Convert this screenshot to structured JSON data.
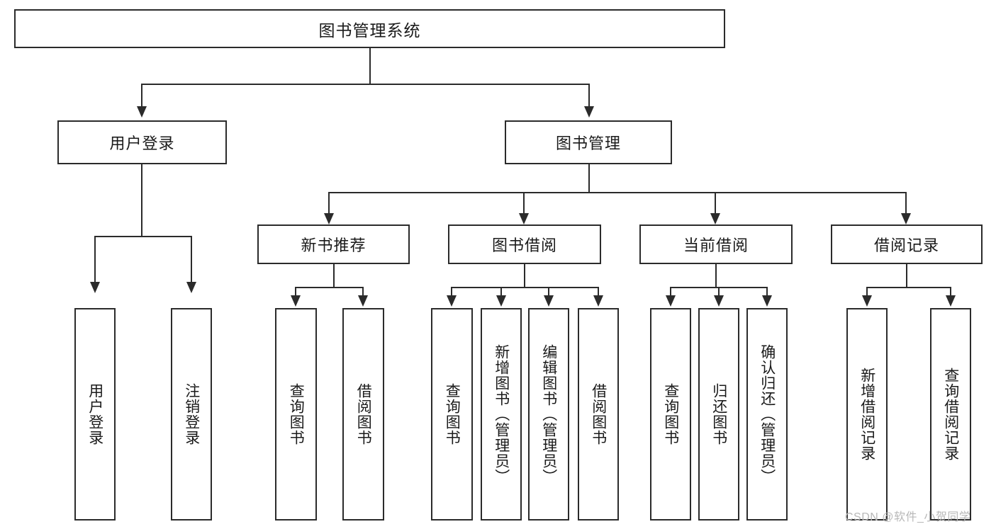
{
  "diagram": {
    "type": "tree-hierarchy-flowchart",
    "title": "图书管理系统",
    "root": {
      "label": "图书管理系统"
    },
    "level1": [
      {
        "label": "用户登录"
      },
      {
        "label": "图书管理"
      }
    ],
    "level2": [
      {
        "label": "新书推荐"
      },
      {
        "label": "图书借阅"
      },
      {
        "label": "当前借阅"
      },
      {
        "label": "借阅记录"
      }
    ],
    "leaves": {
      "user_login": [
        {
          "label": "用户登录"
        },
        {
          "label": "注销登录"
        }
      ],
      "new_book_recommend": [
        {
          "label": "查询图书"
        },
        {
          "label": "借阅图书"
        }
      ],
      "book_borrow": [
        {
          "label": "查询图书"
        },
        {
          "label": "新增图书（管理员）"
        },
        {
          "label": "编辑图书（管理员）"
        },
        {
          "label": "借阅图书"
        }
      ],
      "current_borrow": [
        {
          "label": "查询图书"
        },
        {
          "label": "归还图书"
        },
        {
          "label": "确认归还（管理员）"
        }
      ],
      "borrow_record": [
        {
          "label": "新增借阅记录"
        },
        {
          "label": "查询借阅记录"
        }
      ]
    }
  },
  "watermark": {
    "text": "CSDN @软件_小贺同学"
  },
  "colors": {
    "border": "#2b2b2b",
    "background": "#ffffff",
    "text": "#1a1a1a",
    "watermark": "#b8b8b8"
  }
}
